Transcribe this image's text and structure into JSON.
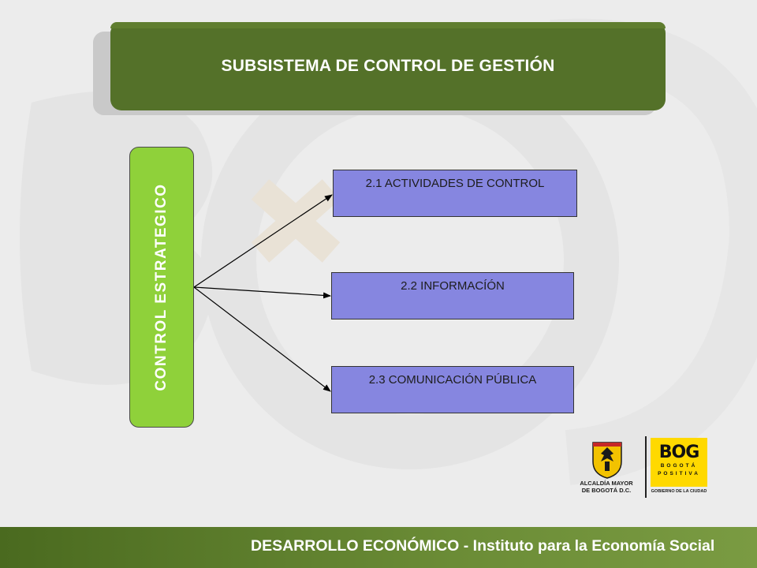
{
  "title": "SUBSISTEMA DE CONTROL DE GESTIÓN",
  "diagram": {
    "source": "CONTROL ESTRATEGICO",
    "targets": [
      "2.1 ACTIVIDADES DE CONTROL",
      "2.2 INFORMACÍÓN",
      "2.3 COMUNICACIÓN PÚBLICA"
    ]
  },
  "logos": {
    "alcaldia_line1": "ALCALDÍA MAYOR",
    "alcaldia_line2": "DE BOGOTÁ D.C.",
    "bog_word": "BOG",
    "bog_sub1": "BOGOTÁ",
    "bog_sub2": "POSITIVA",
    "gobierno": "GOBIERNO DE LA CIUDAD"
  },
  "footer": "DESARROLLO ECONÓMICO - Instituto para la Economía Social",
  "colors": {
    "title_banner": "#547129",
    "side_box": "#8fd13a",
    "node_fill": "#8686e0",
    "footer_bar": "#5a7a2a",
    "logo_yellow": "#ffd900"
  }
}
